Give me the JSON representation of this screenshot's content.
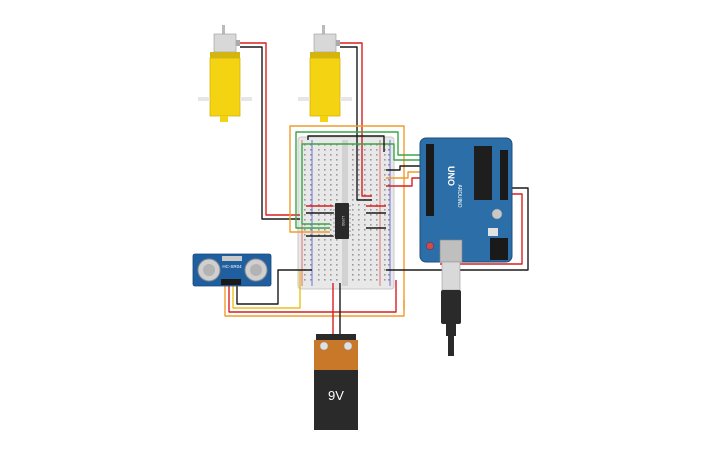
{
  "battery": {
    "voltage_label": "9V"
  },
  "sensor": {
    "model_label": "HC-SR04"
  },
  "arduino": {
    "model_label": "UNO",
    "brand_label": "ARDUINO"
  },
  "ic": {
    "label": "L293D"
  },
  "wire_colors": {
    "red": "#d81f1f",
    "black": "#1a1a1a",
    "orange": "#f29b2a",
    "green": "#3aa547",
    "yellow": "#e8c21a"
  },
  "component_colors": {
    "motor_body": "#f3d312",
    "arduino_board": "#2b6ea8",
    "sensor_board": "#1f5fa0",
    "breadboard": "#e8e8e8",
    "battery_top": "#c9782a",
    "battery_body": "#2a2a2a"
  }
}
